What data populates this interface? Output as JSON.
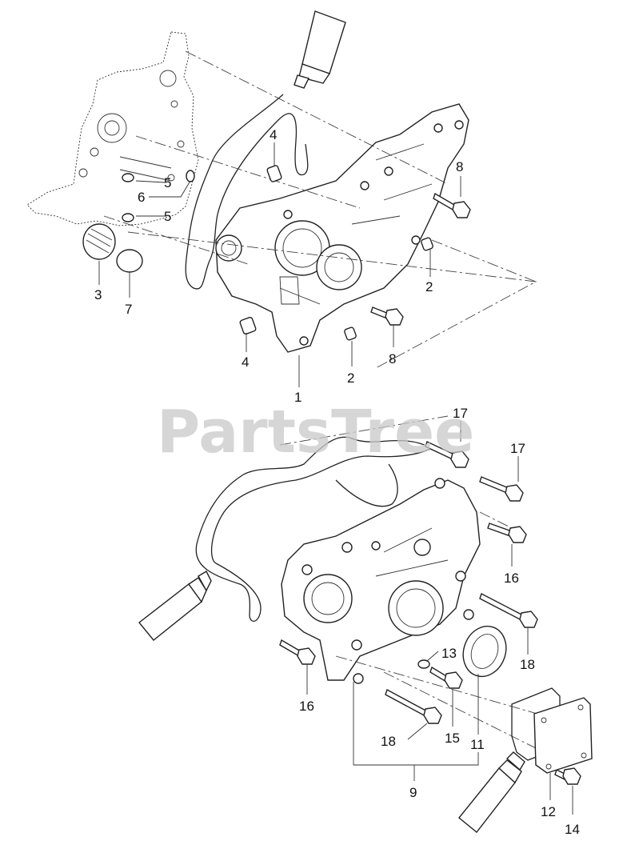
{
  "watermark": "PartsTree",
  "callouts": {
    "c1": "1",
    "c2a": "2",
    "c2b": "2",
    "c3": "3",
    "c4a": "4",
    "c4b": "4",
    "c5a": "5",
    "c5b": "5",
    "c6": "6",
    "c7": "7",
    "c8a": "8",
    "c8b": "8",
    "c9": "9",
    "c11": "11",
    "c12": "12",
    "c13": "13",
    "c14": "14",
    "c15": "15",
    "c16a": "16",
    "c16b": "16",
    "c17a": "17",
    "c17b": "17",
    "c18a": "18",
    "c18b": "18"
  }
}
